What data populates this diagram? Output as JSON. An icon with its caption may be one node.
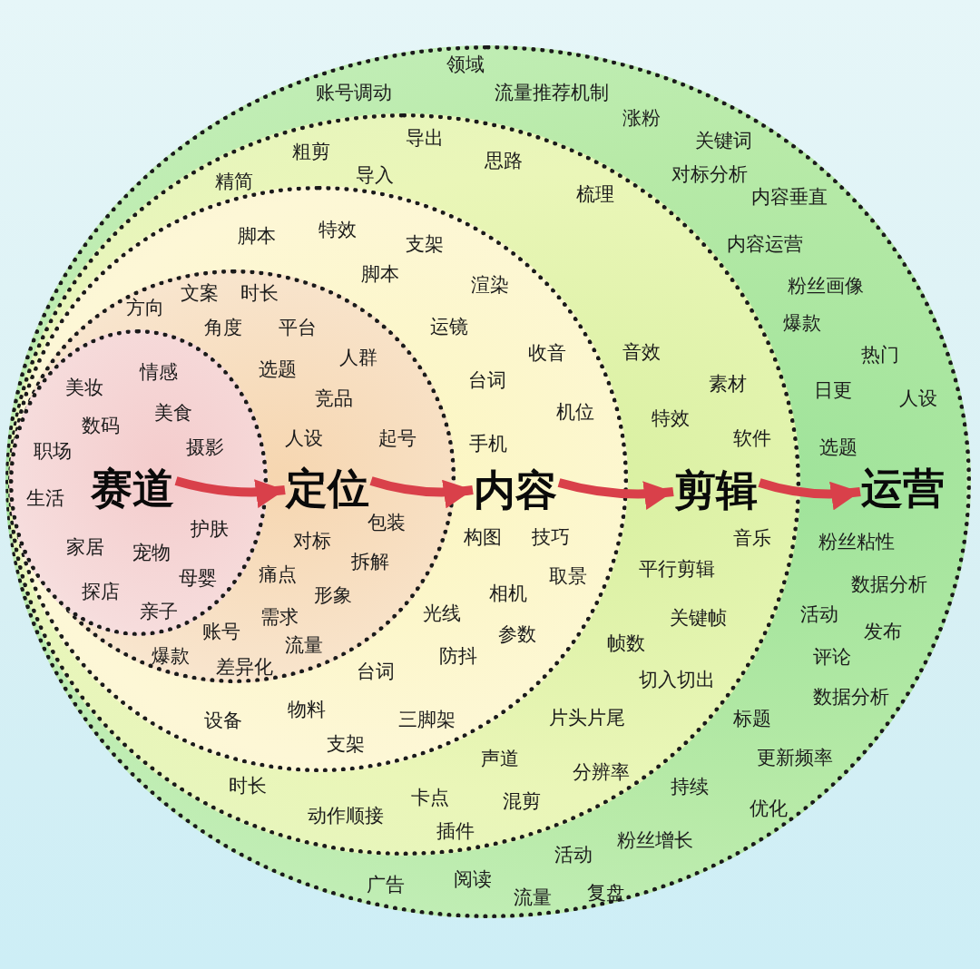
{
  "diagram": {
    "nodes": [
      {
        "text": [],
        "shape": "circle"
      },
      {
        "text": [
          "运营"
        ],
        "in": 0
      },
      {
        "text": [],
        "shape": "circle",
        "in": 0
      },
      {
        "text": [
          "剪辑"
        ],
        "in": 2
      },
      {
        "text": [],
        "shape": "circle",
        "in": 2
      },
      {
        "text": [
          "内容"
        ],
        "in": 4
      },
      {
        "text": [],
        "shape": "circle",
        "in": 4
      },
      {
        "text": [
          "定位"
        ],
        "in": 6
      },
      {
        "text": [],
        "shape": "circle",
        "in": 6
      },
      {
        "text": [
          "赛道"
        ],
        "in": 8
      }
    ],
    "edges": [
      {
        "from": 9,
        "to": 7,
        "arrow": "to"
      },
      {
        "from": 7,
        "to": 5,
        "arrow": "to"
      },
      {
        "from": 5,
        "to": 3,
        "arrow": "to"
      },
      {
        "from": 3,
        "to": 1,
        "arrow": "to"
      }
    ],
    "labels": [
      "领域",
      "账号调动",
      "流量推荐机制",
      "涨粉",
      "关键词",
      "对标分析",
      "内容垂直",
      "内容运营",
      "粉丝画像",
      "爆款",
      "热门",
      "日更",
      "人设",
      "选题",
      "粉丝粘性",
      "数据分析",
      "活动",
      "发布",
      "评论",
      "数据分析",
      "标题",
      "更新频率",
      "持续",
      "优化",
      "粉丝增长",
      "活动",
      "广告",
      "阅读",
      "流量",
      "复盘",
      "粗剪",
      "导出",
      "精简",
      "导入",
      "思路",
      "梳理",
      "音效",
      "素材",
      "特效",
      "软件",
      "音乐",
      "平行剪辑",
      "关键帧",
      "帧数",
      "切入切出",
      "片头片尾",
      "声道",
      "分辨率",
      "时长",
      "动作顺接",
      "卡点",
      "混剪",
      "插件",
      "脚本",
      "特效",
      "支架",
      "脚本",
      "渲染",
      "运镜",
      "收音",
      "台词",
      "机位",
      "手机",
      "构图",
      "技巧",
      "取景",
      "相机",
      "光线",
      "参数",
      "防抖",
      "台词",
      "设备",
      "物料",
      "三脚架",
      "支架",
      "方向",
      "文案",
      "时长",
      "角度",
      "平台",
      "选题",
      "人群",
      "竞品",
      "人设",
      "起号",
      "包装",
      "对标",
      "拆解",
      "痛点",
      "形象",
      "需求",
      "账号",
      "流量",
      "爆款",
      "差异化",
      "美妆",
      "情感",
      "数码",
      "美食",
      "职场",
      "摄影",
      "生活",
      "护肤",
      "家居",
      "宠物",
      "母婴",
      "探店",
      "亲子"
    ]
  }
}
